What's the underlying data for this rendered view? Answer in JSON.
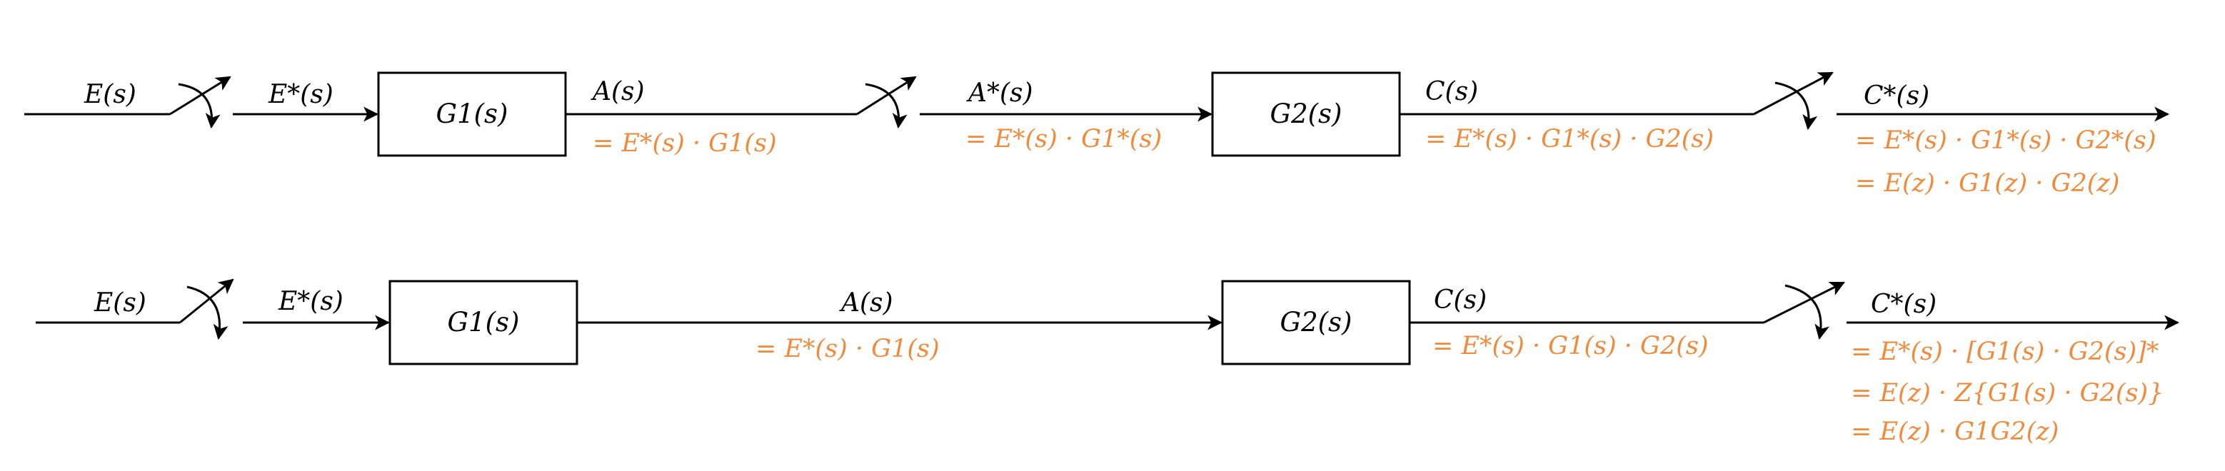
{
  "colors": {
    "line": "#000000",
    "equation": "#F08A3C",
    "background": "#FFFFFF"
  },
  "top": {
    "signals": {
      "e": "E(s)",
      "e_star": "E*(s)",
      "a": "A(s)",
      "a_star": "A*(s)",
      "c": "C(s)",
      "c_star": "C*(s)"
    },
    "blocks": {
      "g1": "G1(s)",
      "g2": "G2(s)"
    },
    "equations": {
      "a": "= E*(s) · G1(s)",
      "a_star": "= E*(s) · G1*(s)",
      "c": "= E*(s) · G1*(s) · G2(s)",
      "c_star_1": "= E*(s) · G1*(s) · G2*(s)",
      "c_star_2": "= E(z) · G1(z) · G2(z)"
    }
  },
  "bottom": {
    "signals": {
      "e": "E(s)",
      "e_star": "E*(s)",
      "a": "A(s)",
      "c": "C(s)",
      "c_star": "C*(s)"
    },
    "blocks": {
      "g1": "G1(s)",
      "g2": "G2(s)"
    },
    "equations": {
      "a": "= E*(s) · G1(s)",
      "c": "= E*(s) · G1(s) · G2(s)",
      "c_star_1": "= E*(s) · [G1(s) · G2(s)]*",
      "c_star_2": "= E(z) · Z{G1(s) · G2(s)}",
      "c_star_3": "= E(z) · G1G2(z)"
    }
  }
}
